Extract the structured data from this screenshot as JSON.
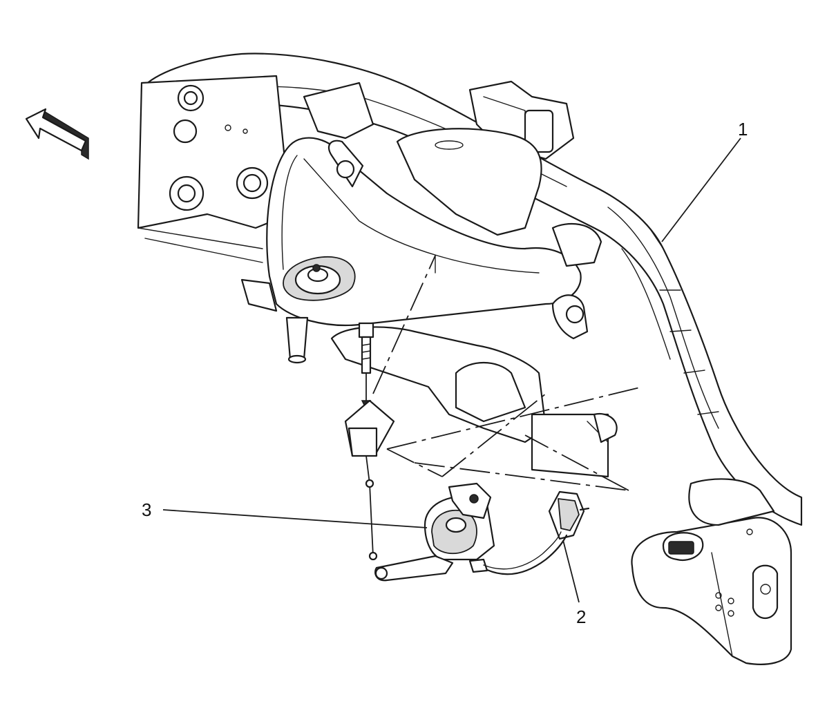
{
  "diagram": {
    "callouts": [
      {
        "id": "1",
        "label": "1"
      },
      {
        "id": "2",
        "label": "2"
      },
      {
        "id": "3",
        "label": "3"
      }
    ],
    "direction_arrow_icon": "front-direction-arrow-icon"
  }
}
